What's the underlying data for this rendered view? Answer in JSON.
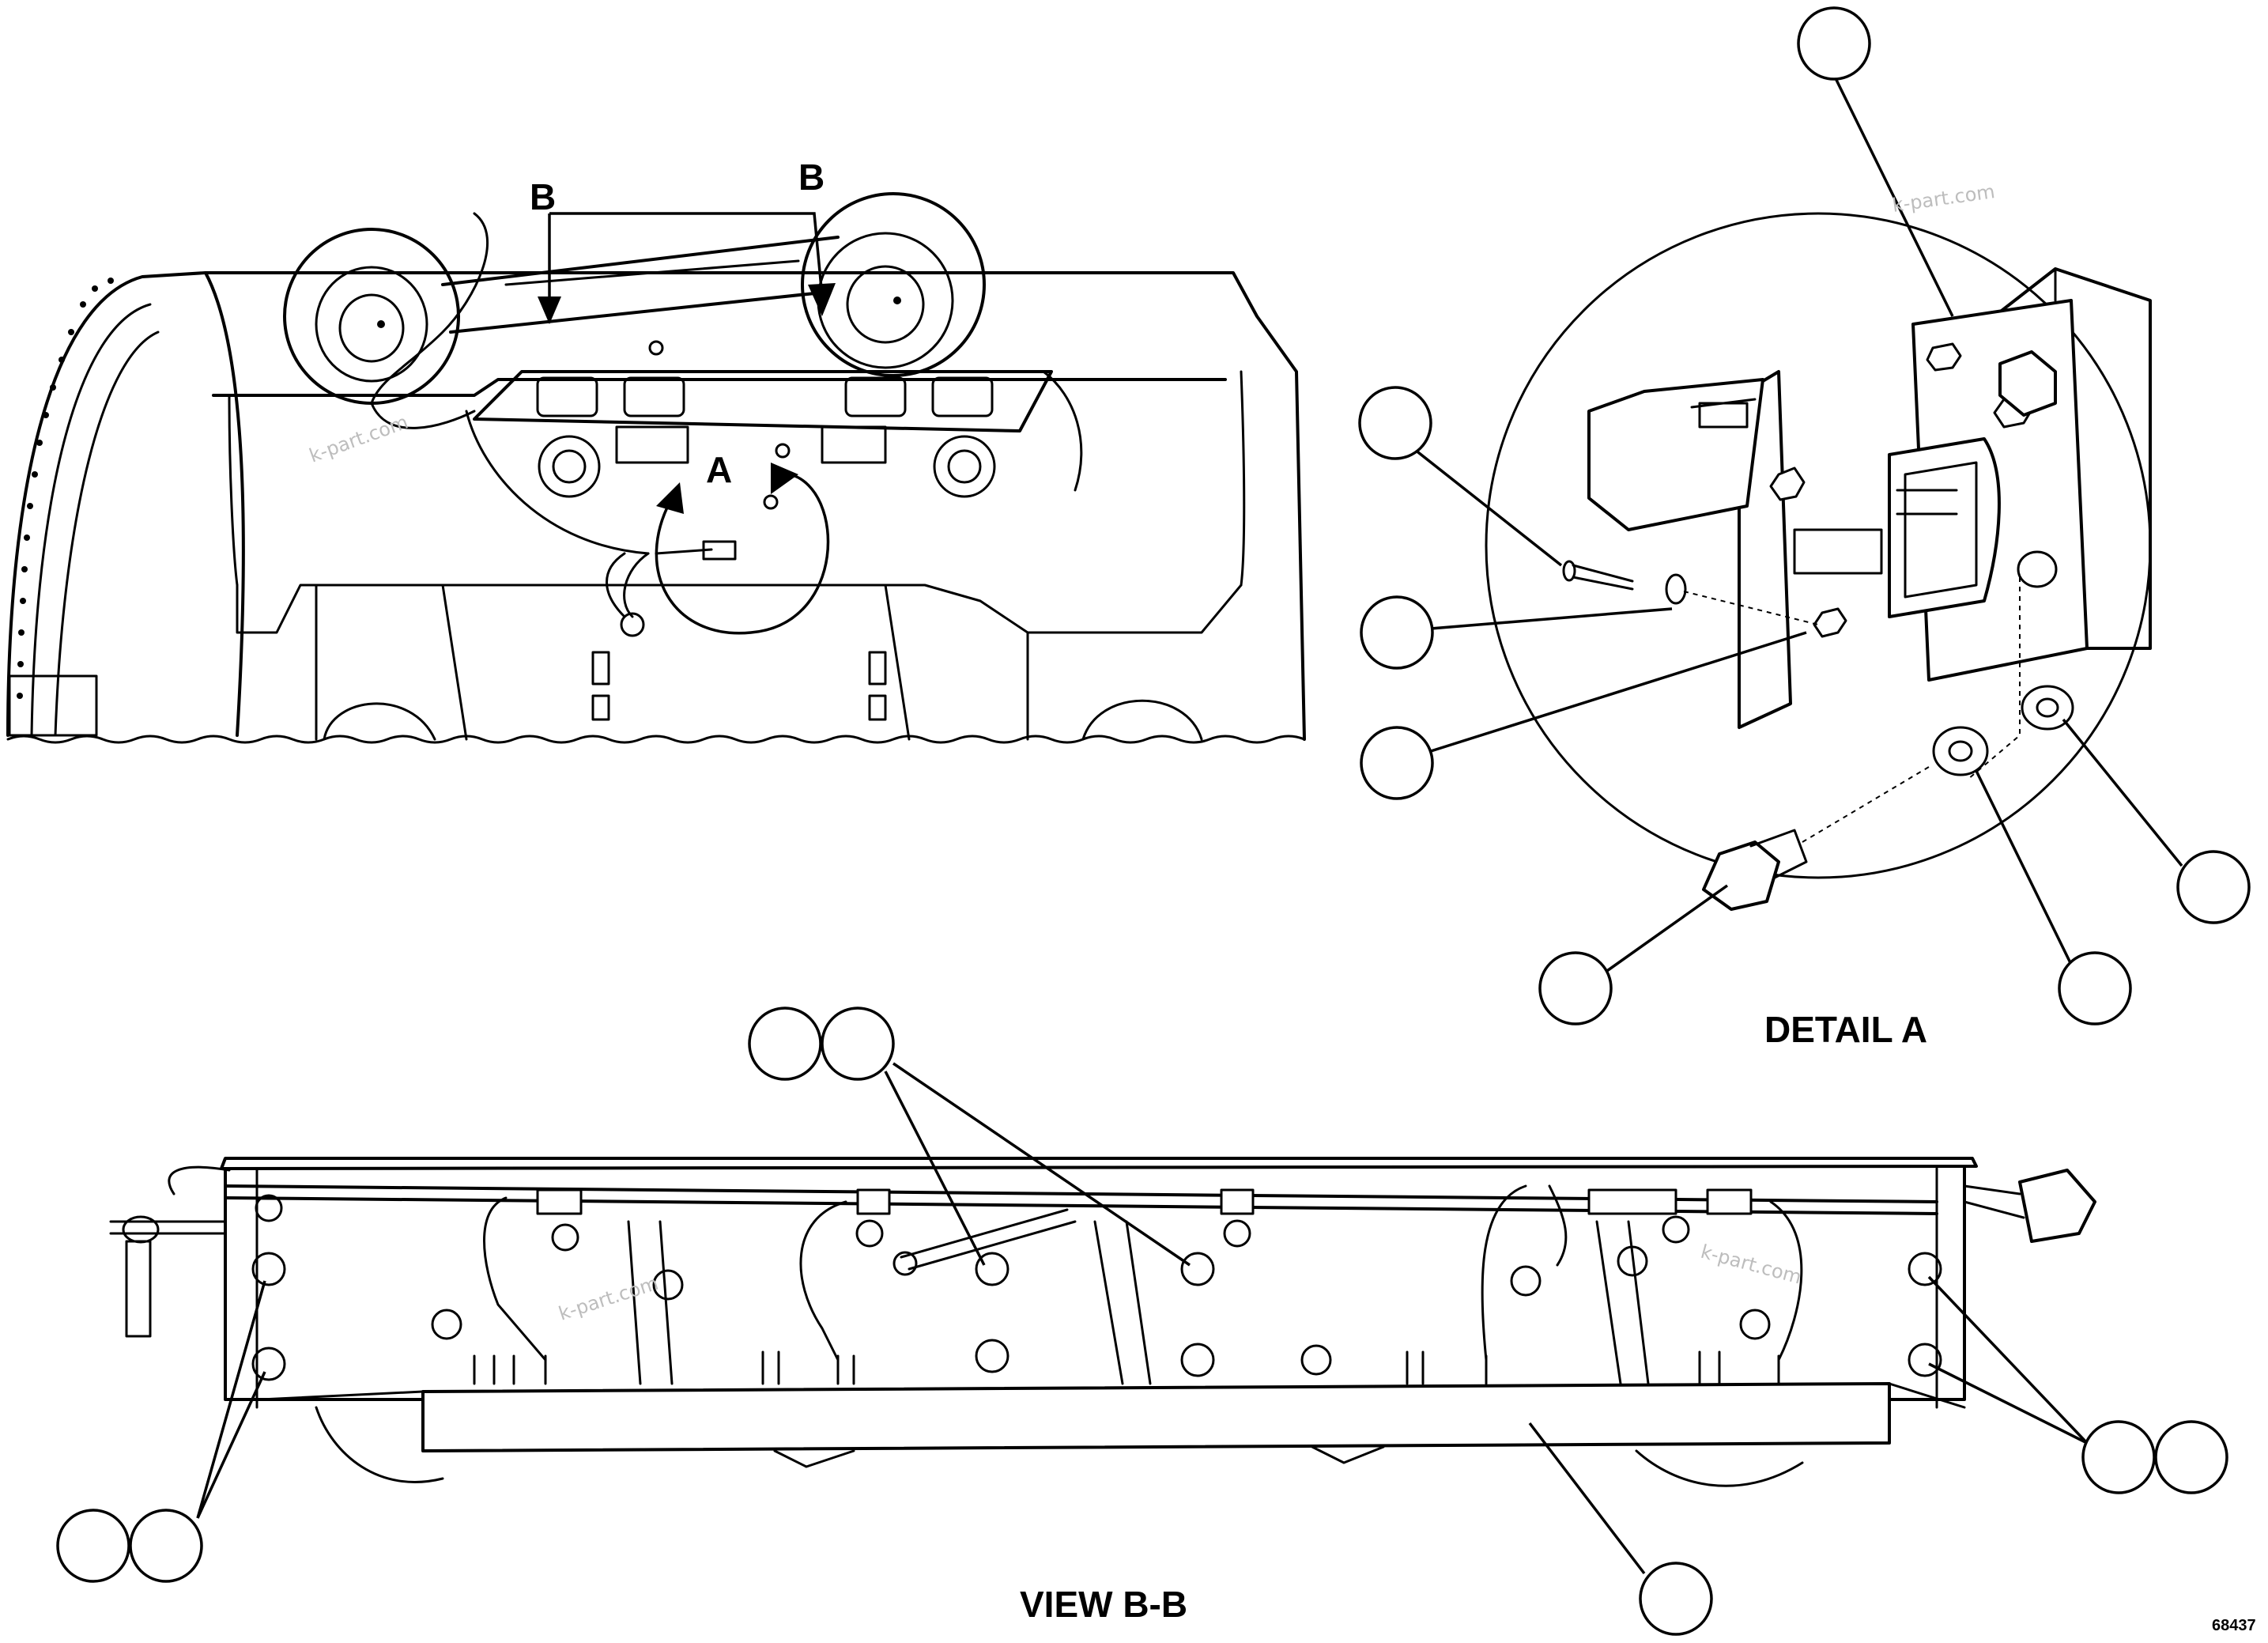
{
  "labels": {
    "section_b_left": "B",
    "section_b_right": "B",
    "detail_a_marker": "A",
    "detail_a_caption": "DETAIL A",
    "view_bb_caption": "VIEW B-B",
    "drawing_number": "68437"
  },
  "watermark": "k-part.com",
  "colors": {
    "line": "#000000",
    "background": "#ffffff",
    "watermark": "#bdbdbd"
  }
}
